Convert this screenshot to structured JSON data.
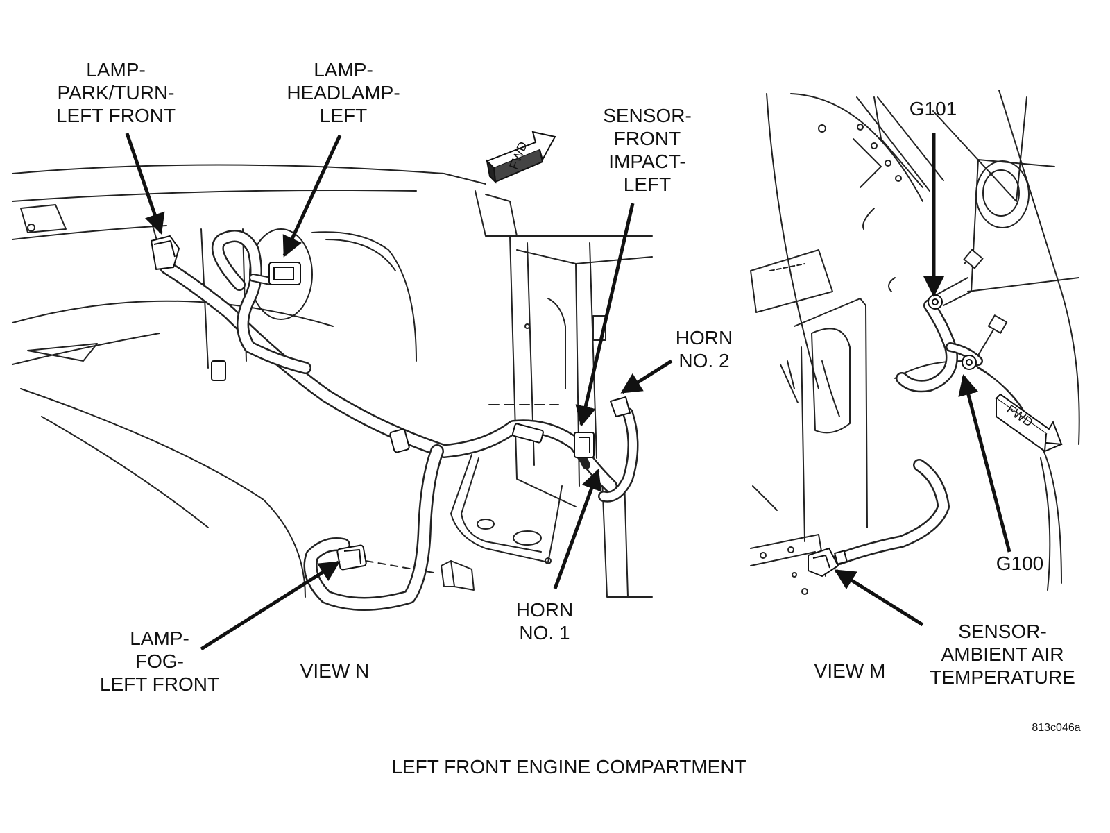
{
  "caption": "LEFT FRONT ENGINE COMPARTMENT",
  "figure_id": "813c046a",
  "views": {
    "n": {
      "label": "VIEW N",
      "fwd": "FWD",
      "callouts": {
        "park_turn": [
          "LAMP-",
          "PARK/TURN-",
          "LEFT FRONT"
        ],
        "headlamp": [
          "LAMP-",
          "HEADLAMP-",
          "LEFT"
        ],
        "impact_sensor": [
          "SENSOR-",
          "FRONT",
          "IMPACT-",
          "LEFT"
        ],
        "horn2": [
          "HORN",
          "NO. 2"
        ],
        "horn1": [
          "HORN",
          "NO. 1"
        ],
        "fog": [
          "LAMP-",
          "FOG-",
          "LEFT FRONT"
        ]
      }
    },
    "m": {
      "label": "VIEW M",
      "fwd": "FWD",
      "callouts": {
        "g101": [
          "G101"
        ],
        "g100": [
          "G100"
        ],
        "ambient": [
          "SENSOR-",
          "AMBIENT AIR",
          "TEMPERATURE"
        ]
      }
    }
  }
}
